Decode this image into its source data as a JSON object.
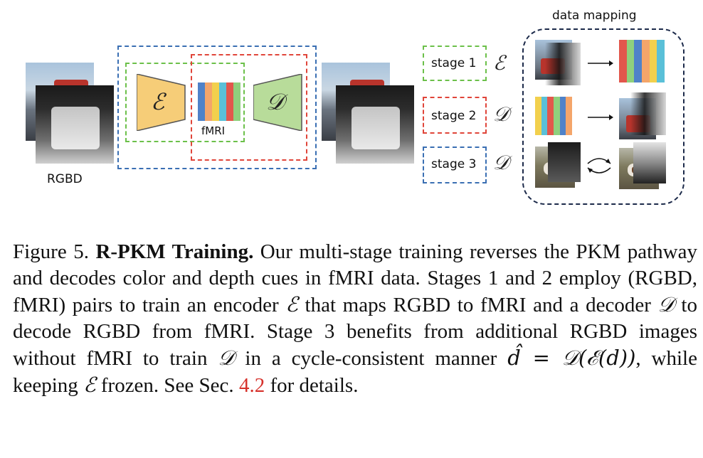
{
  "figure": {
    "rgbd_label": "RGBD",
    "fmri_label": "fMRI",
    "encoder_symbol": "ℰ",
    "decoder_symbol": "𝒟",
    "data_mapping_title": "data mapping",
    "stages": [
      {
        "label": "stage 1",
        "symbol": "ℰ",
        "color": "#6cc04a"
      },
      {
        "label": "stage 2",
        "symbol": "𝒟",
        "color": "#e0453a"
      },
      {
        "label": "stage 3",
        "symbol": "𝒟",
        "color": "#3a6fb3"
      }
    ],
    "colors": {
      "encoder_fill": "#f6cd78",
      "decoder_fill": "#b8dc9a",
      "outer_box": "#3a6fb3",
      "stage1_box": "#6cc04a",
      "stage2_box": "#e0453a",
      "mapping_box": "#1c2a4a"
    },
    "fmri_palette": [
      "#f2d04d",
      "#5ac0d8",
      "#e2574c",
      "#8fd07d",
      "#4f82c9",
      "#f4a56a"
    ]
  },
  "caption": {
    "prefix": "Figure 5. ",
    "title": "R-PKM Training.",
    "seg1": " Our multi-stage training reverses the PKM pathway and decodes color and depth cues in fMRI data. Stages 1 and 2 employ (RGBD, fMRI) pairs to train an encoder ",
    "enc1": "ℰ",
    "seg2": " that maps RGBD to fMRI and a decoder ",
    "dec1": "𝒟",
    "seg3": " to decode RGBD from fMRI. Stage 3 benefits from additional RGBD images without fMRI to train ",
    "dec2": "𝒟",
    "seg4": " in a cycle-consistent manner ",
    "formula": "d̂ = 𝒟(ℰ(d))",
    "seg5": ", while keeping ",
    "enc2": "ℰ",
    "seg6": " frozen. See Sec. ",
    "ref": "4.2",
    "seg7": " for details."
  }
}
